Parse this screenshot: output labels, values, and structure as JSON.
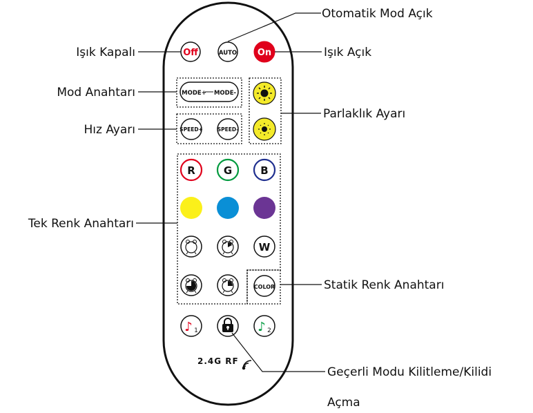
{
  "labels": {
    "auto_mode_on": "Otomatik Mod Açık",
    "light_off": "Işık Kapalı",
    "light_on": "Işık Açık",
    "mode_switch": "Mod Anahtarı",
    "brightness": "Parlaklık Ayarı",
    "speed": "Hız Ayarı",
    "single_color": "Tek Renk Anahtarı",
    "static_color": "Statik Renk Anahtarı",
    "lock_line1": "Geçerli Modu Kilitleme/Kilidi",
    "lock_line2": "Açma"
  },
  "buttons": {
    "off": "Off",
    "auto": "AUTO",
    "on": "On",
    "mode_plus": "MODE+",
    "mode_minus": "MODE-",
    "speed_plus": "SPEED+",
    "speed_minus": "SPEED-",
    "r": "R",
    "g": "G",
    "b": "B",
    "w": "W",
    "color": "COLOR",
    "music1_sub": "1",
    "music2_sub": "2",
    "rf_text": "2.4G  RF"
  },
  "colors": {
    "red": "#e0001b",
    "green": "#009a3e",
    "blue": "#1f2f8f",
    "yellow": "#fbf01a",
    "cyan": "#0a8fd6",
    "purple": "#6b3594",
    "brightness_fill": "#f4ea2a"
  },
  "icons": {
    "brightness": "sun-icon",
    "timer": "alarm-clock-icon",
    "lock": "padlock-icon",
    "music": "music-note-icon",
    "rf": "wireless-signal-icon"
  }
}
